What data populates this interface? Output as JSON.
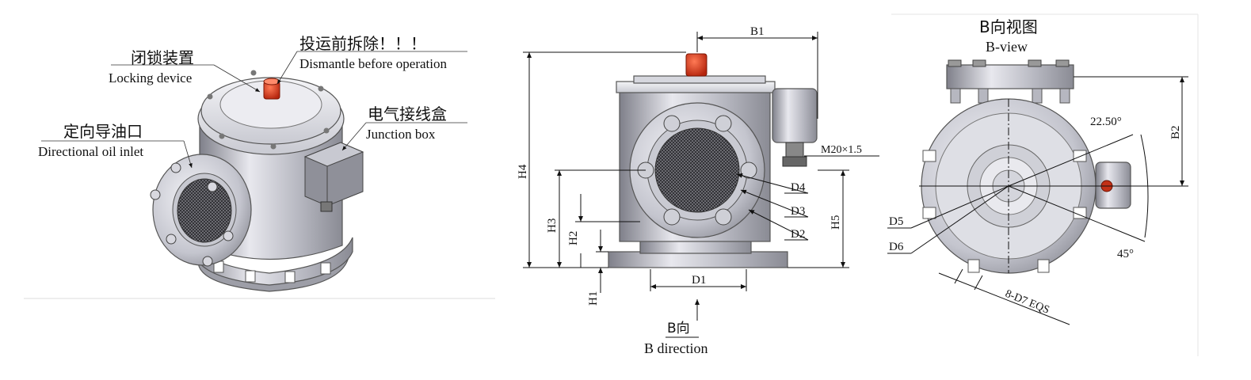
{
  "left_view": {
    "labels": [
      {
        "id": "locking",
        "cn": "闭锁装置",
        "en": "Locking device"
      },
      {
        "id": "dismantle",
        "cn": "投运前拆除！！！",
        "en": "Dismantle before operation"
      },
      {
        "id": "junction",
        "cn": "电气接线盒",
        "en": "Junction box"
      },
      {
        "id": "inlet",
        "cn": "定向导油口",
        "en": "Directional oil inlet"
      }
    ]
  },
  "front_view": {
    "dims": {
      "B1": "B1",
      "H4": "H4",
      "H3": "H3",
      "H2": "H2",
      "H1": "H1",
      "H5": "H5",
      "D1": "D1",
      "D2": "D2",
      "D3": "D3",
      "D4": "D4",
      "thread": "M20×1.5"
    },
    "direction_cn": "B向",
    "direction_en": "B direction"
  },
  "side_view": {
    "title_cn": "B向视图",
    "title_en": "B-view",
    "dims": {
      "B2": "B2",
      "D5": "D5",
      "D6": "D6",
      "angle1": "22.50°",
      "angle2": "45°",
      "holes": "8-D7 EQS"
    }
  },
  "colors": {
    "knob": "#d9361c",
    "metal_light": "#e4e4ea",
    "metal_mid": "#b8b9c2",
    "metal_dark": "#8d8e97"
  }
}
